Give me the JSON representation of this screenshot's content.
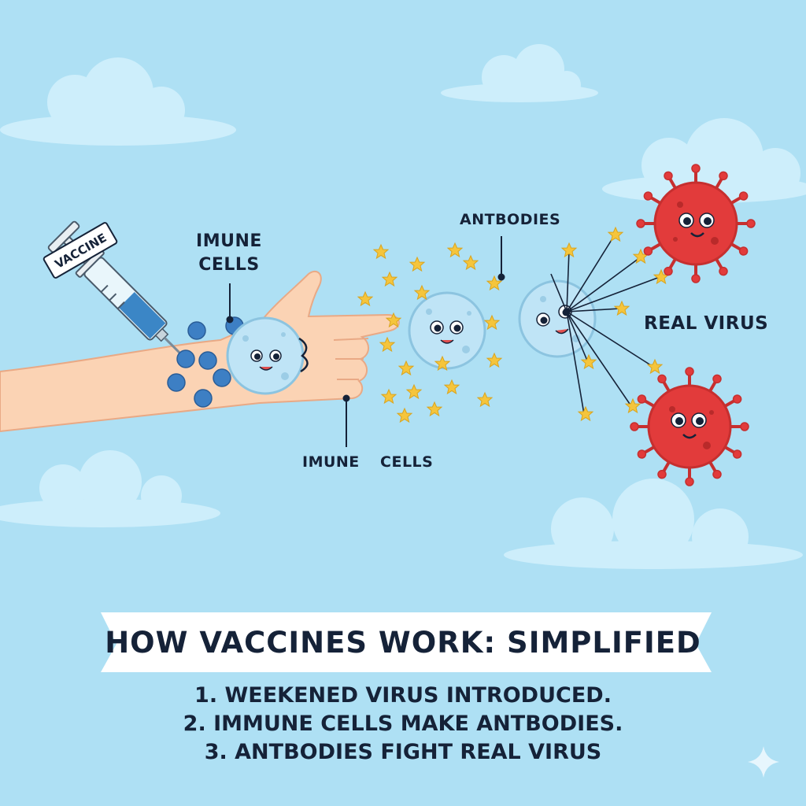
{
  "labels": {
    "syringe_tag": "VACCINE",
    "immune_cells_top_line1": "IMUNE",
    "immune_cells_top_line2": "CELLS",
    "antibodies": "ANTBODIES",
    "real_virus": "REAL VIRUS",
    "immune_cells_bottom": "IMUNE  CELLS"
  },
  "banner": {
    "title": "HOW VACCINES WORK: SIMPLIFIED"
  },
  "steps": [
    "1. WEEKENED VIRUS INTRODUCED.",
    "2. IMMUNE CELLS MAKE ANTBODIES.",
    "3. ANTBODIES FIGHT REAL VIRUS"
  ],
  "colors": {
    "sky": "#aee0f4",
    "cloud": "#cdeefb",
    "skin": "#fbd3b4",
    "immune_cell": "#bfe4f6",
    "virus": "#e23b3b",
    "antibody": "#f5c53c",
    "text": "#152238"
  }
}
